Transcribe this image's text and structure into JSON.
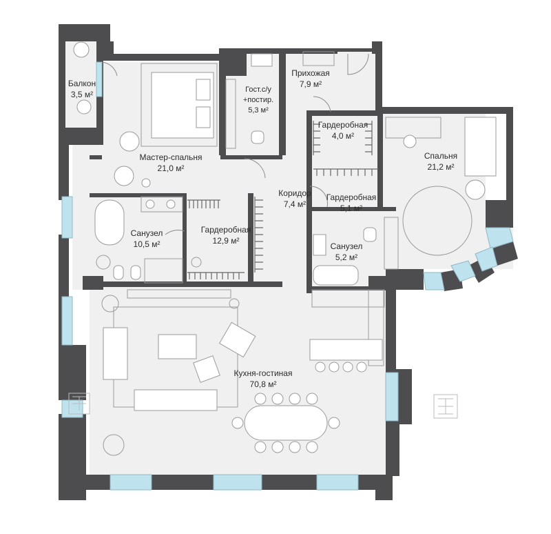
{
  "rooms": {
    "balcony": {
      "name": "Балкон",
      "area": "3,5 м²"
    },
    "master_bedroom": {
      "name": "Мастер-спальня",
      "area": "21,0 м²"
    },
    "guest_wc": {
      "name_line1": "Гост.с/у",
      "name_line2": "+постир.",
      "area": "5,3 м²"
    },
    "hallway": {
      "name": "Прихожая",
      "area": "7,9 м²"
    },
    "wardrobe_small": {
      "name": "Гардеробная",
      "area": "4,0 м²"
    },
    "bedroom": {
      "name": "Спальня",
      "area": "21,2 м²"
    },
    "corridor": {
      "name": "Коридор",
      "area": "7,4 м²"
    },
    "wardrobe_mid": {
      "name": "Гардеробная",
      "area": "5,1 м²"
    },
    "bathroom_master": {
      "name": "Санузел",
      "area": "10,5 м²"
    },
    "wardrobe_big": {
      "name": "Гардеробная",
      "area": "12,9 м²"
    },
    "bathroom_small": {
      "name": "Санузел",
      "area": "5,2 м²"
    },
    "kitchen_living": {
      "name": "Кухня-гостиная",
      "area": "70,8 м²"
    }
  },
  "colors": {
    "wall": "#4d4d4f",
    "floor": "#f0f0f0",
    "window": "#bfe3ee",
    "furniture_stroke": "#9a9a9a"
  }
}
